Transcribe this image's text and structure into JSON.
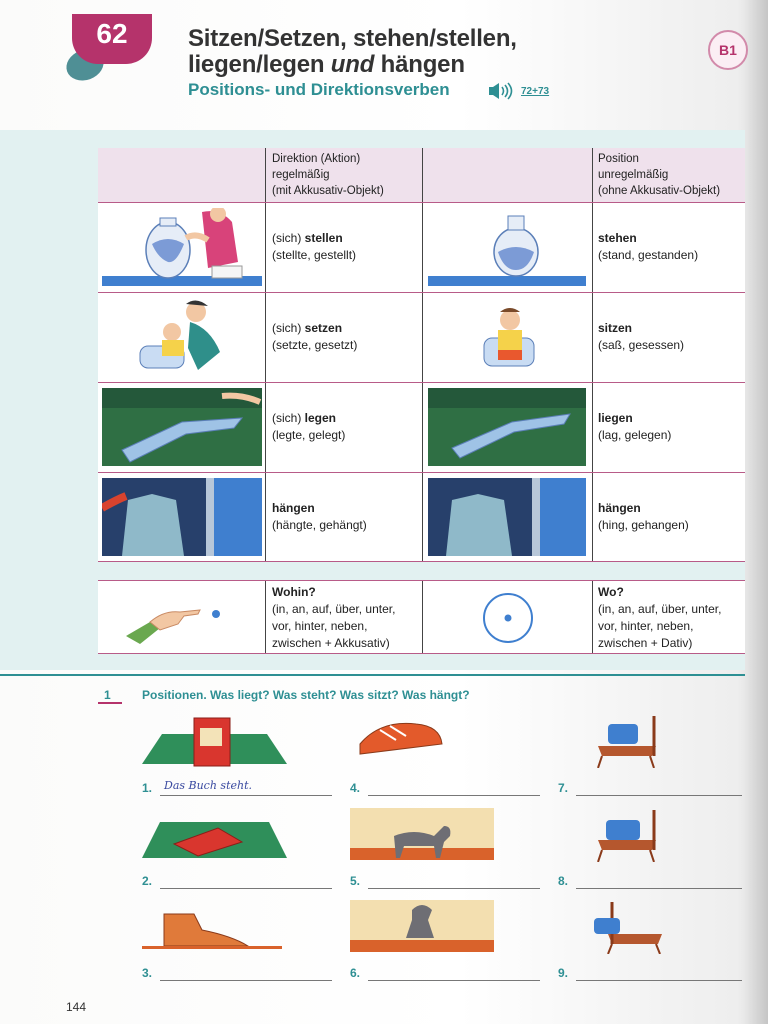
{
  "header": {
    "chapter": "62",
    "title_line1": "Sitzen/Setzen, stehen/stellen,",
    "title_line2_a": "liegen/legen ",
    "title_line2_em": "und",
    "title_line2_b": " hängen",
    "subtitle": "Positions- und Direktionsverben",
    "track": "72+73",
    "level": "B1"
  },
  "table": {
    "left_header": [
      "Direktion (Aktion)",
      "regelmäßig",
      "(mit Akkusativ-Objekt)"
    ],
    "right_header": [
      "Position",
      "unregelmäßig",
      "(ohne Akkusativ-Objekt)"
    ],
    "rows": [
      {
        "left_verb_prefix": "(sich) ",
        "left_verb": "stellen",
        "left_forms": "(stellte, gestellt)",
        "right_verb": "stehen",
        "right_forms": "(stand, gestanden)"
      },
      {
        "left_verb_prefix": "(sich) ",
        "left_verb": "setzen",
        "left_forms": "(setzte, gesetzt)",
        "right_verb": "sitzen",
        "right_forms": "(saß, gesessen)"
      },
      {
        "left_verb_prefix": "(sich) ",
        "left_verb": "legen",
        "left_forms": "(legte, gelegt)",
        "right_verb": "liegen",
        "right_forms": "(lag, gelegen)"
      },
      {
        "left_verb_prefix": "",
        "left_verb": "hängen",
        "left_forms": "(hängte, gehängt)",
        "right_verb": "hängen",
        "right_forms": "(hing, gehangen)"
      }
    ],
    "question_left": {
      "q": "Wohin?",
      "lines": [
        "(in, an, auf, über, unter,",
        "vor, hinter, neben,",
        "zwischen + Akkusativ)"
      ]
    },
    "question_right": {
      "q": "Wo?",
      "lines": [
        "(in, an, auf, über, unter,",
        "vor, hinter, neben,",
        "zwischen + Dativ)"
      ]
    }
  },
  "exercise": {
    "number": "1",
    "title": "Positionen. Was liegt? Was steht? Was sitzt? Was hängt?",
    "items": [
      {
        "num": "1.",
        "answer": "Das Buch steht."
      },
      {
        "num": "2.",
        "answer": ""
      },
      {
        "num": "3.",
        "answer": ""
      },
      {
        "num": "4.",
        "answer": ""
      },
      {
        "num": "5.",
        "answer": ""
      },
      {
        "num": "6.",
        "answer": ""
      },
      {
        "num": "7.",
        "answer": ""
      },
      {
        "num": "8.",
        "answer": ""
      },
      {
        "num": "9.",
        "answer": ""
      }
    ]
  },
  "page_number": "144",
  "colors": {
    "accent": "#2e8f93",
    "chapter": "#b5336b",
    "header_bg": "#efe1ec",
    "panel_bg": "#e2f1f1"
  }
}
